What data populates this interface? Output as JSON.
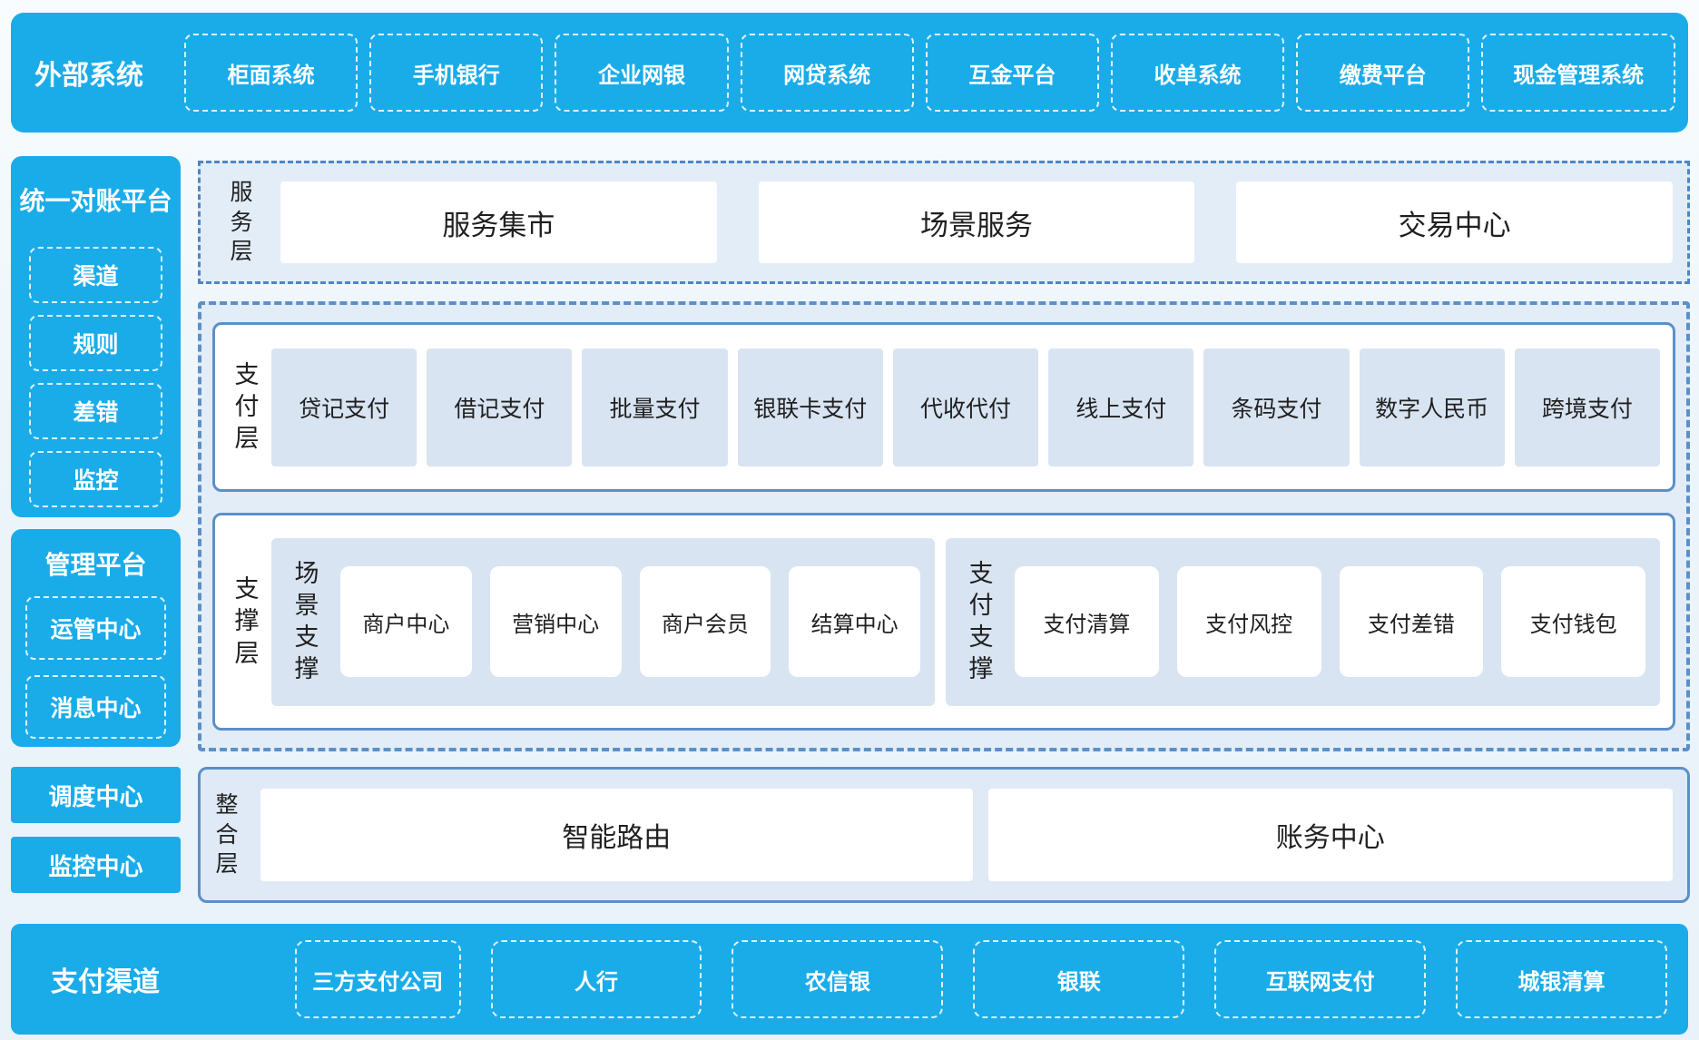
{
  "colors": {
    "primary_blue": "#1aace9",
    "panel_blue": "#e3edf8",
    "box_blue": "#d9e4f2",
    "border_blue": "#5b90c8",
    "dashdot_blue": "#4e86c5",
    "dark_text": "#1f1f1f"
  },
  "top_bar": {
    "title": "外部系统",
    "items": [
      "柜面系统",
      "手机银行",
      "企业网银",
      "网贷系统",
      "互金平台",
      "收单系统",
      "缴费平台",
      "现金管理系统"
    ]
  },
  "sidebar": {
    "recon": {
      "title": "统一对账平台",
      "items": [
        "渠道",
        "规则",
        "差错",
        "监控"
      ]
    },
    "mgmt": {
      "title": "管理平台",
      "items": [
        "运管中心",
        "消息中心"
      ]
    },
    "standalone": [
      "调度中心",
      "监控中心"
    ]
  },
  "service_layer": {
    "label": "服务层",
    "items": [
      "服务集市",
      "场景服务",
      "交易中心"
    ]
  },
  "payment_layer": {
    "label": "支付层",
    "items": [
      "贷记支付",
      "借记支付",
      "批量支付",
      "银联卡支付",
      "代收代付",
      "线上支付",
      "条码支付",
      "数字人民币",
      "跨境支付"
    ]
  },
  "support_layer": {
    "label": "支撑层",
    "groups": [
      {
        "label": "场景支撑",
        "items": [
          "商户中心",
          "营销中心",
          "商户会员",
          "结算中心"
        ]
      },
      {
        "label": "支付支撑",
        "items": [
          "支付清算",
          "支付风控",
          "支付差错",
          "支付钱包"
        ]
      }
    ]
  },
  "integration_layer": {
    "label": "整合层",
    "items": [
      "智能路由",
      "账务中心"
    ]
  },
  "bottom_bar": {
    "title": "支付渠道",
    "items": [
      "三方支付公司",
      "人行",
      "农信银",
      "银联",
      "互联网支付",
      "城银清算"
    ]
  }
}
